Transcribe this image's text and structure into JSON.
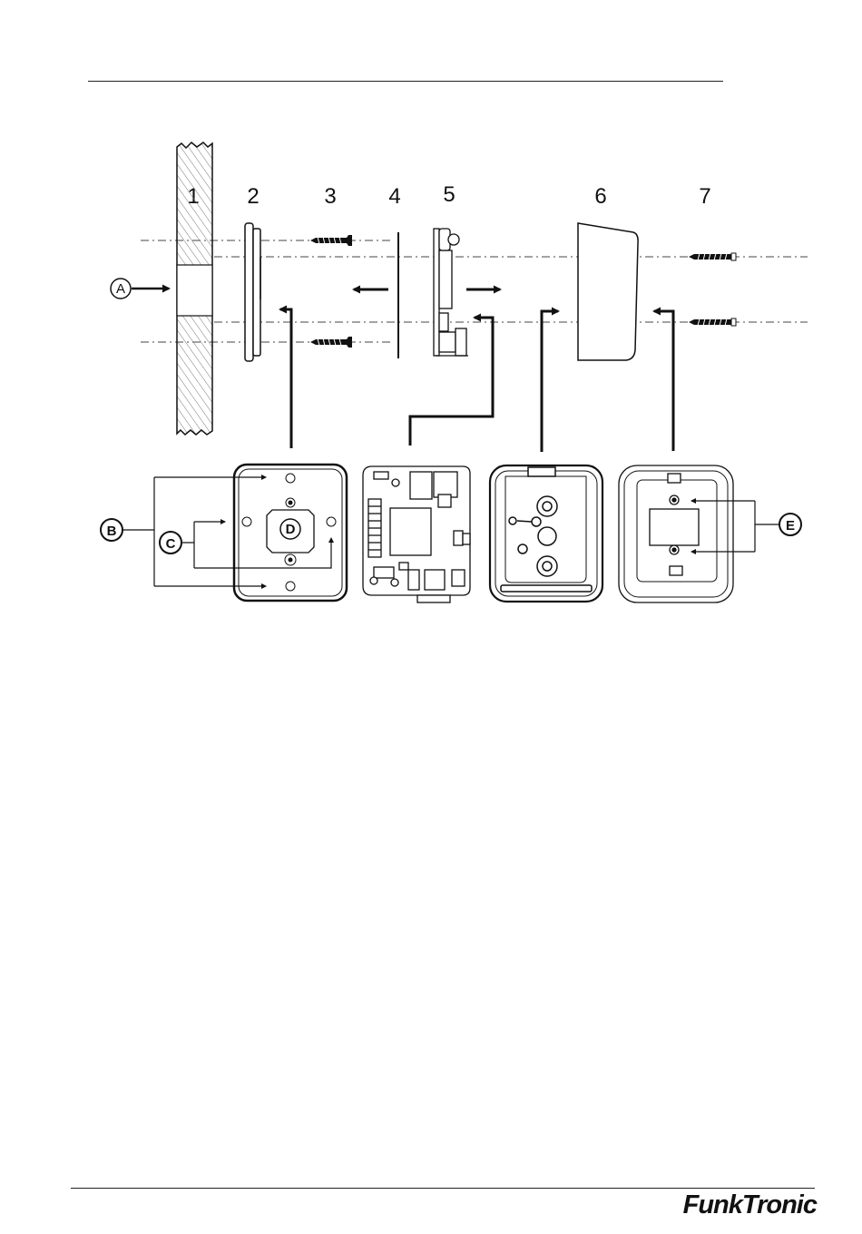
{
  "diagram": {
    "part_numbers": [
      "1",
      "2",
      "3",
      "4",
      "5",
      "6",
      "7"
    ],
    "callouts": {
      "a": "A",
      "b": "B",
      "c": "C",
      "d": "D",
      "e": "E"
    }
  },
  "footer": {
    "logo_text": "FunkTronic"
  }
}
